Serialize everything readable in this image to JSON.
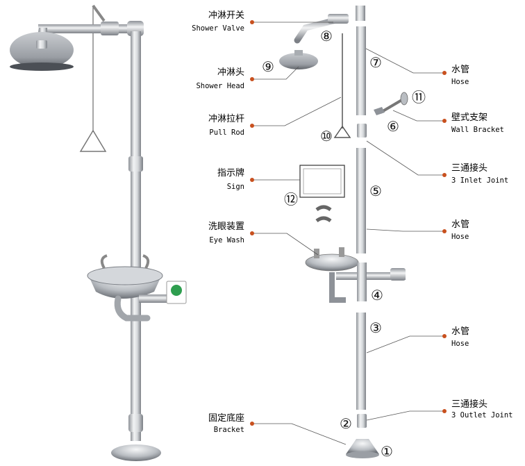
{
  "labels": {
    "shower_valve": {
      "cn": "冲淋开关",
      "en": "Shower Valve"
    },
    "shower_head": {
      "cn": "冲淋头",
      "en": "Shower Head"
    },
    "pull_rod": {
      "cn": "冲淋拉杆",
      "en": "Pull Rod"
    },
    "sign": {
      "cn": "指示牌",
      "en": "Sign"
    },
    "eye_wash": {
      "cn": "洗眼装置",
      "en": "Eye Wash"
    },
    "bracket": {
      "cn": "固定底座",
      "en": "Bracket"
    },
    "hose_top": {
      "cn": "水管",
      "en": "Hose"
    },
    "wall_bracket": {
      "cn": "壁式支架",
      "en": "Wall Bracket"
    },
    "inlet_joint": {
      "cn": "三通接头",
      "en": "3 Inlet Joint"
    },
    "hose_mid": {
      "cn": "水管",
      "en": "Hose"
    },
    "hose_low": {
      "cn": "水管",
      "en": "Hose"
    },
    "outlet_joint": {
      "cn": "三通接头",
      "en": "3 Outlet Joint"
    }
  },
  "numbers": {
    "n1": "①",
    "n2": "②",
    "n3": "③",
    "n4": "④",
    "n5": "⑤",
    "n6": "⑥",
    "n7": "⑦",
    "n8": "⑧",
    "n9": "⑨",
    "n10": "⑩",
    "n11": "⑪",
    "n12": "⑫"
  },
  "colors": {
    "leader_dot": "#c8501e",
    "steel_light": "#e4e6e8",
    "steel_dark": "#8c9096",
    "sign_green": "#2e9e4f"
  }
}
